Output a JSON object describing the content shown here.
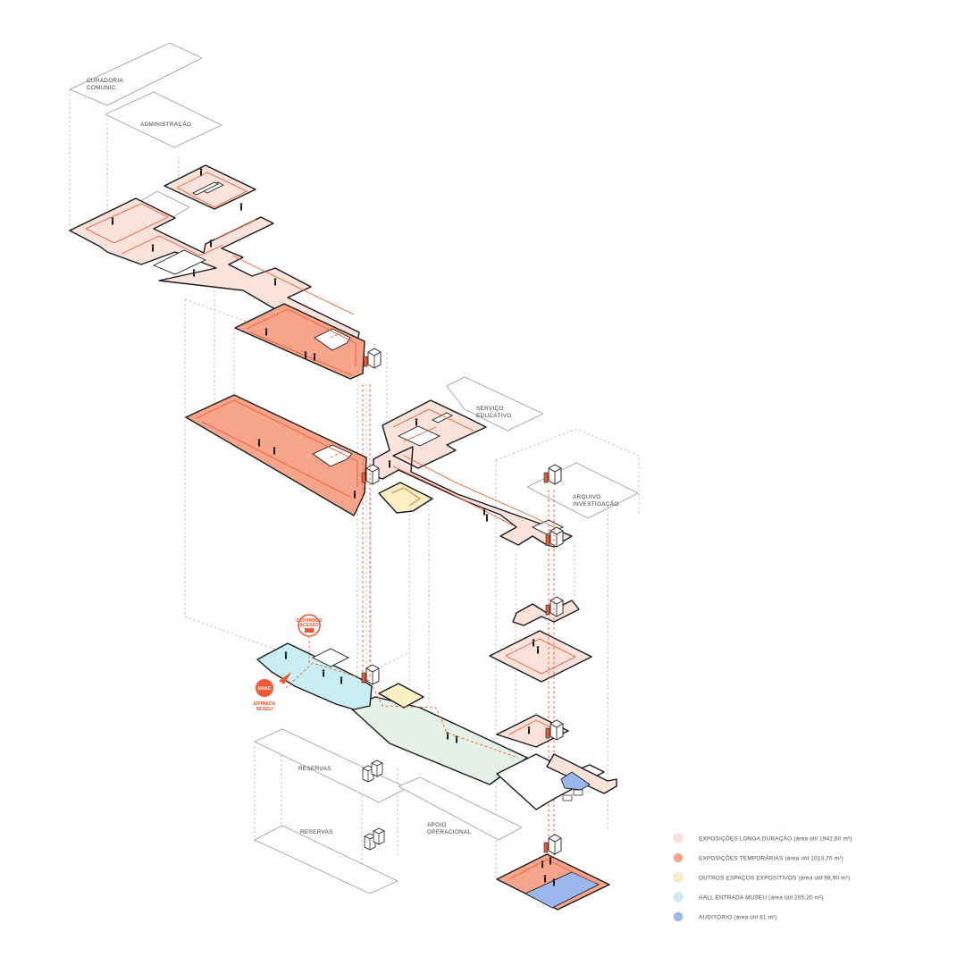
{
  "colors": {
    "longa_duracao": "#fbe3dc",
    "temporarias": "#f7a58a",
    "outros_espacos": "#fbf0c4",
    "hall_entrada": "#c8edf3",
    "auditorio": "#9ab8ee",
    "percurso": "#ef5a34",
    "pavimento_exterior": "#e4f1e6"
  },
  "labels": {
    "curadoria": [
      "CURADORIA",
      "COMUNIC."
    ],
    "administracao": "ADMINISTRAÇÃO",
    "servico_educativo": [
      "SERVIÇO",
      "EDUCATIVO"
    ],
    "arquivo": [
      "ARQUIVO",
      "INVESTIGAÇÃO"
    ],
    "reservas_1": "RESERVAS",
    "reservas_2": "RESERVAS",
    "apoio_operacional": [
      "APOIO",
      "OPERACIONAL"
    ]
  },
  "annotations": {
    "controlo_acesso": [
      "CONTROLO",
      "ACESSO"
    ],
    "mnac": "MNAC",
    "entrada_museu": [
      "ENTRADA",
      "MUSEU"
    ]
  },
  "legend": [
    {
      "label": "EXPOSIÇÕES LONGA DURAÇÃO (área útil 1942,60 m²)",
      "color": "#fbe3dc"
    },
    {
      "label": "EXPOSIÇÕES TEMPORÁRIAS (área útil 1013,70 m²)",
      "color": "#f7a58a"
    },
    {
      "label": "OUTROS ESPAÇOS EXPOSITIVOS (área útil 98,90 m²)",
      "color": "#fbf0c4"
    },
    {
      "label": "HALL ENTRADA MUSEU (área útil 205,20 m²)",
      "color": "#c8edf3"
    },
    {
      "label": "AUDITÓRIO (área útil 81 m²)",
      "color": "#9ab8ee"
    }
  ]
}
